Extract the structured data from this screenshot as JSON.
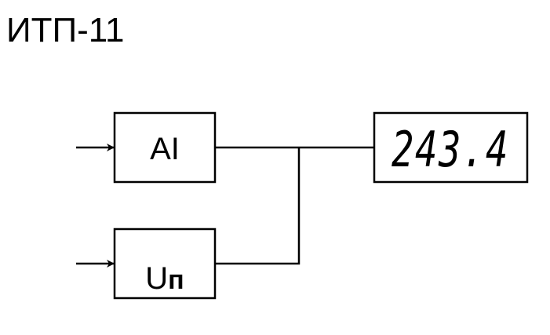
{
  "title": "ИТП-11",
  "blocks": {
    "ai": {
      "label": "AI"
    },
    "power": {
      "label_main": "U",
      "label_sub": "п"
    }
  },
  "display": {
    "value": "243.4"
  },
  "colors": {
    "line": "#000000",
    "background": "#ffffff"
  }
}
